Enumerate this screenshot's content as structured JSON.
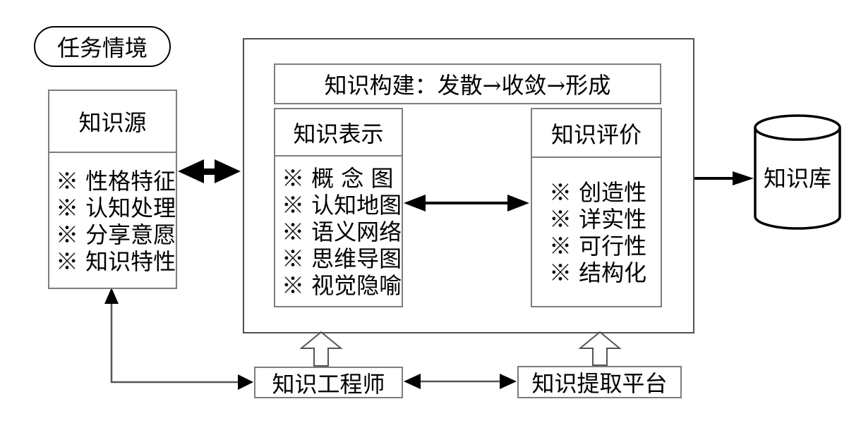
{
  "task_context": {
    "label": "任务情境"
  },
  "knowledge_source": {
    "title": "知识源",
    "items": [
      "※ 性格特征",
      "※ 认知处理",
      "※ 分享意愿",
      "※ 知识特性"
    ]
  },
  "construction": {
    "title": "知识构建：发散→收敛→形成"
  },
  "representation": {
    "title": "知识表示",
    "items": [
      "※ 概 念 图",
      "※ 认知地图",
      "※ 语义网络",
      "※ 思维导图",
      "※ 视觉隐喻"
    ]
  },
  "evaluation": {
    "title": "知识评价",
    "items": [
      "※ 创造性",
      "※ 详实性",
      "※ 可行性",
      "※ 结构化"
    ]
  },
  "knowledge_base": {
    "label": "知识库"
  },
  "engineer": {
    "label": "知识工程师"
  },
  "platform": {
    "label": "知识提取平台"
  },
  "colors": {
    "box_border": "#7d7d7d",
    "outer_border": "#4f4f4f",
    "arrow_black": "#000000",
    "connector_gray": "#555555",
    "background": "#ffffff"
  }
}
